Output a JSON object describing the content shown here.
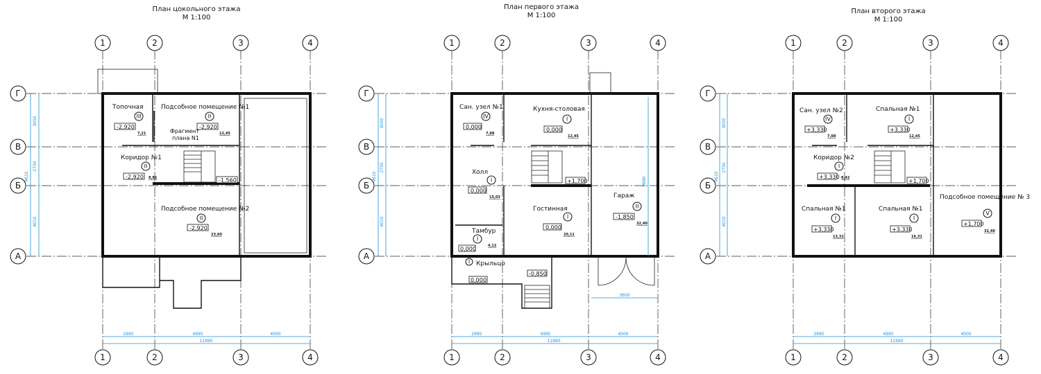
{
  "plans": [
    {
      "title": "План цокольного этажа",
      "scale": "М 1:100",
      "axes_x": [
        "1",
        "2",
        "3",
        "4"
      ],
      "axes_y": [
        "Г",
        "В",
        "Б",
        "А"
      ],
      "rooms": [
        {
          "name": "Топочная",
          "roman": "III",
          "level": "-2,920",
          "area": "7,21"
        },
        {
          "name": "Подсобное помещение №1",
          "roman": "II",
          "level": "-2,920",
          "area": "12,45"
        },
        {
          "name": "Коридор №1",
          "roman": "II",
          "level": "-2,920",
          "area": "8,81"
        },
        {
          "name": "Подсобное помещение №2",
          "roman": "II",
          "level": "-2,920",
          "area": "23,60"
        }
      ],
      "extra_levels": [
        "-1,560"
      ],
      "notes": [
        "Фрагмент",
        "плана N1"
      ],
      "dims_h": [
        "2995",
        "4995",
        "4000"
      ],
      "dims_total": "11990",
      "dims_v": [
        "3050",
        "2750",
        "4010"
      ],
      "dims_v_total": "9610"
    },
    {
      "title": "План первого этажа",
      "scale": "М 1:100",
      "axes_x": [
        "1",
        "2",
        "3",
        "4"
      ],
      "axes_y": [
        "Г",
        "В",
        "Б",
        "А"
      ],
      "rooms": [
        {
          "name": "Сан. узел №1",
          "roman": "IV",
          "level": "0,000",
          "area": "7,08"
        },
        {
          "name": "Кухня-столовая",
          "roman": "I",
          "level": "0,000",
          "area": "12,45"
        },
        {
          "name": "Холл",
          "roman": "I",
          "level": "0,000",
          "area": "15,03"
        },
        {
          "name": "Гостинная",
          "roman": "I",
          "level": "0,000",
          "area": "20,11"
        },
        {
          "name": "Тамбур",
          "roman": "I",
          "level": "0,000",
          "area": "4,12"
        },
        {
          "name": "Гараж",
          "roman": "II",
          "level": "-1,850",
          "area": "32,40"
        },
        {
          "name": "Крыльцо",
          "roman": "I",
          "level": "0,000",
          "area": ""
        }
      ],
      "extra_levels": [
        "+1,700",
        "-0,850"
      ],
      "notes": [],
      "dims_h": [
        "2995",
        "4995",
        "4000"
      ],
      "dims_total": "11990",
      "dims_v": [
        "3050",
        "2750",
        "4010"
      ],
      "dims_v_total": "9610",
      "garage_dim": "3600",
      "garage_vdim": "9890"
    },
    {
      "title": "План второго этажа",
      "scale": "М 1:100",
      "axes_x": [
        "1",
        "2",
        "3",
        "4"
      ],
      "axes_y": [
        "Г",
        "В",
        "Б",
        "А"
      ],
      "rooms": [
        {
          "name": "Сан. узел №2",
          "roman": "IV",
          "level": "+3,330",
          "area": "7,08"
        },
        {
          "name": "Спальная №1",
          "roman": "I",
          "level": "+3,330",
          "area": "12,45"
        },
        {
          "name": "Коридор №2",
          "roman": "I",
          "level": "+3,330",
          "area": "8,42"
        },
        {
          "name": "Спальная №1",
          "roman": "I",
          "level": "+3,330",
          "area": "13,31"
        },
        {
          "name": "Спальная №1",
          "roman": "I",
          "level": "+3,330",
          "area": "16,31"
        },
        {
          "name": "Подсобное помещение № 3",
          "roman": "V",
          "level": "+1,700",
          "area": "32,40"
        }
      ],
      "extra_levels": [
        "+1,700"
      ],
      "notes": [],
      "dims_h": [
        "2995",
        "4995",
        "4000"
      ],
      "dims_total": "11990",
      "dims_v": [
        "3050",
        "2750",
        "4010"
      ],
      "dims_v_total": "9610"
    }
  ]
}
